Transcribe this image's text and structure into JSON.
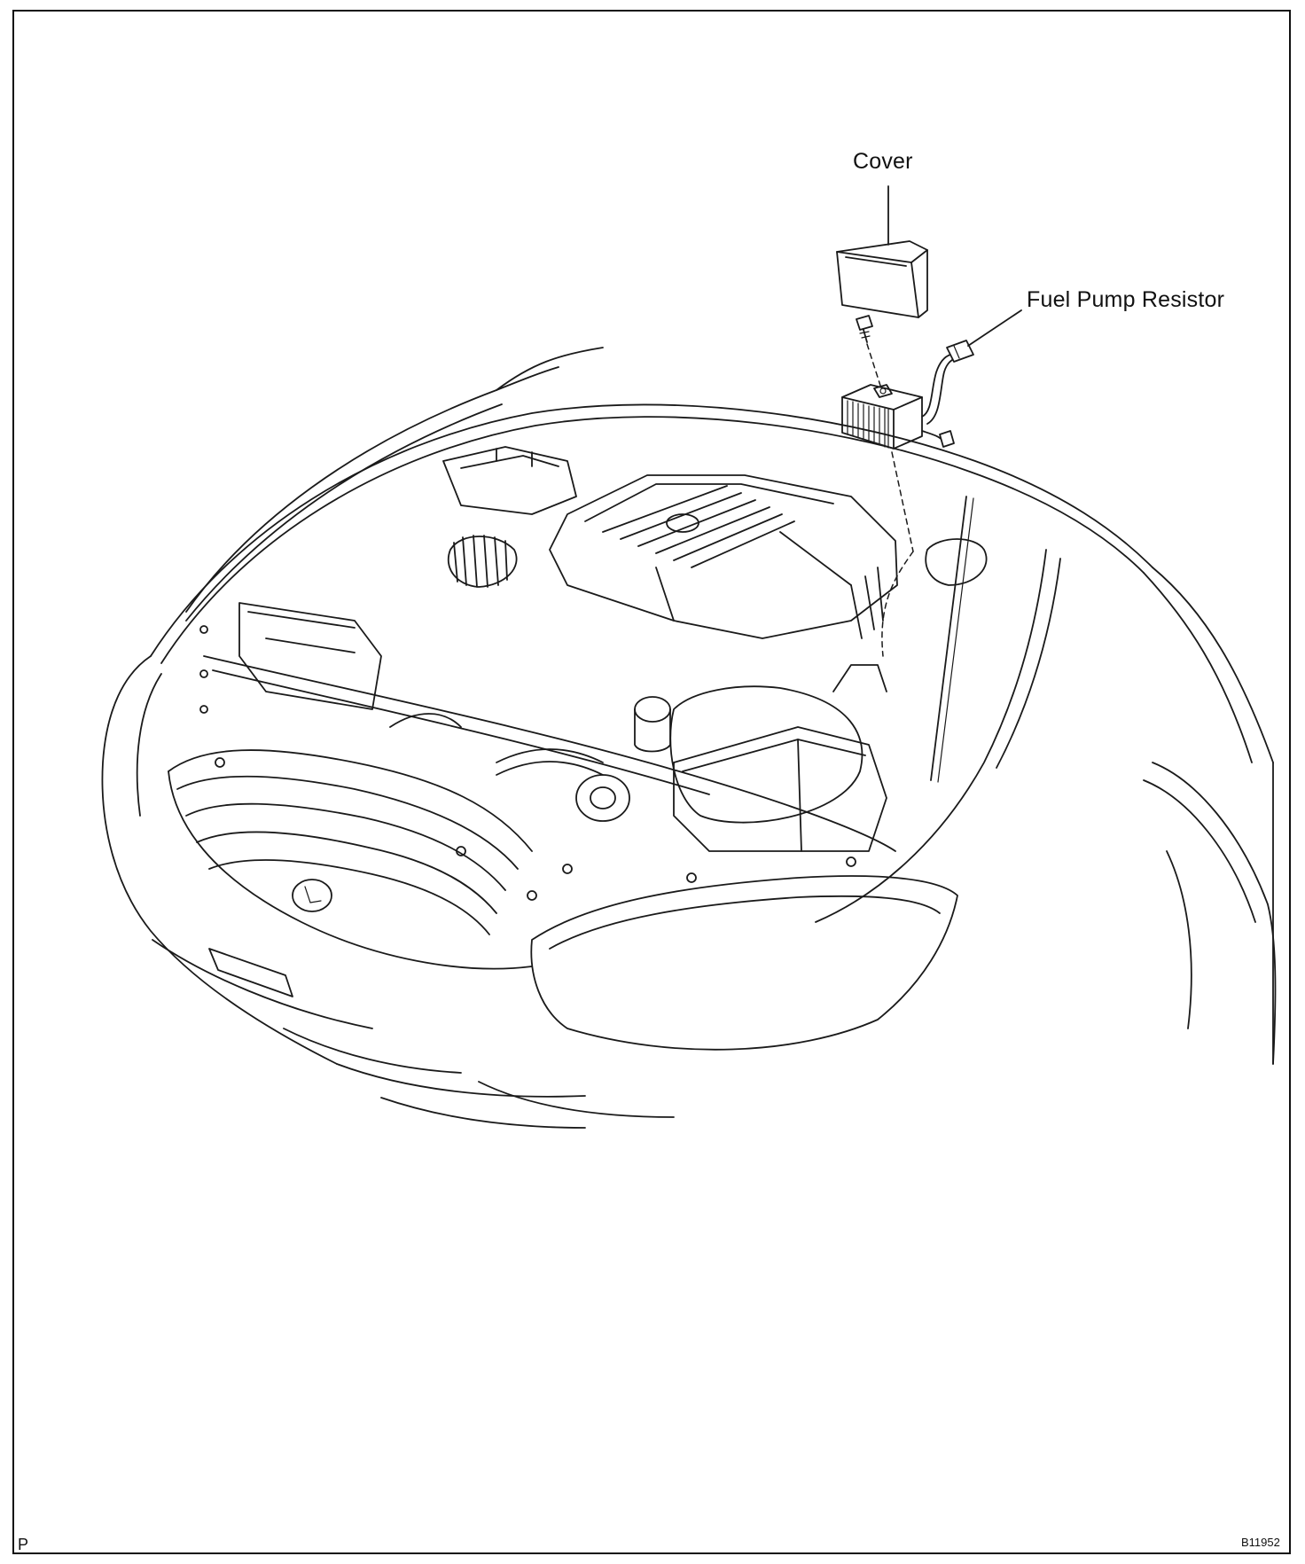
{
  "labels": {
    "cover": "Cover",
    "fuel_pump_resistor": "Fuel Pump Resistor"
  },
  "corner": {
    "view_letter": "P",
    "figure_code": "B11952"
  },
  "colors": {
    "line": "#1a1a1a",
    "background": "#ffffff"
  }
}
